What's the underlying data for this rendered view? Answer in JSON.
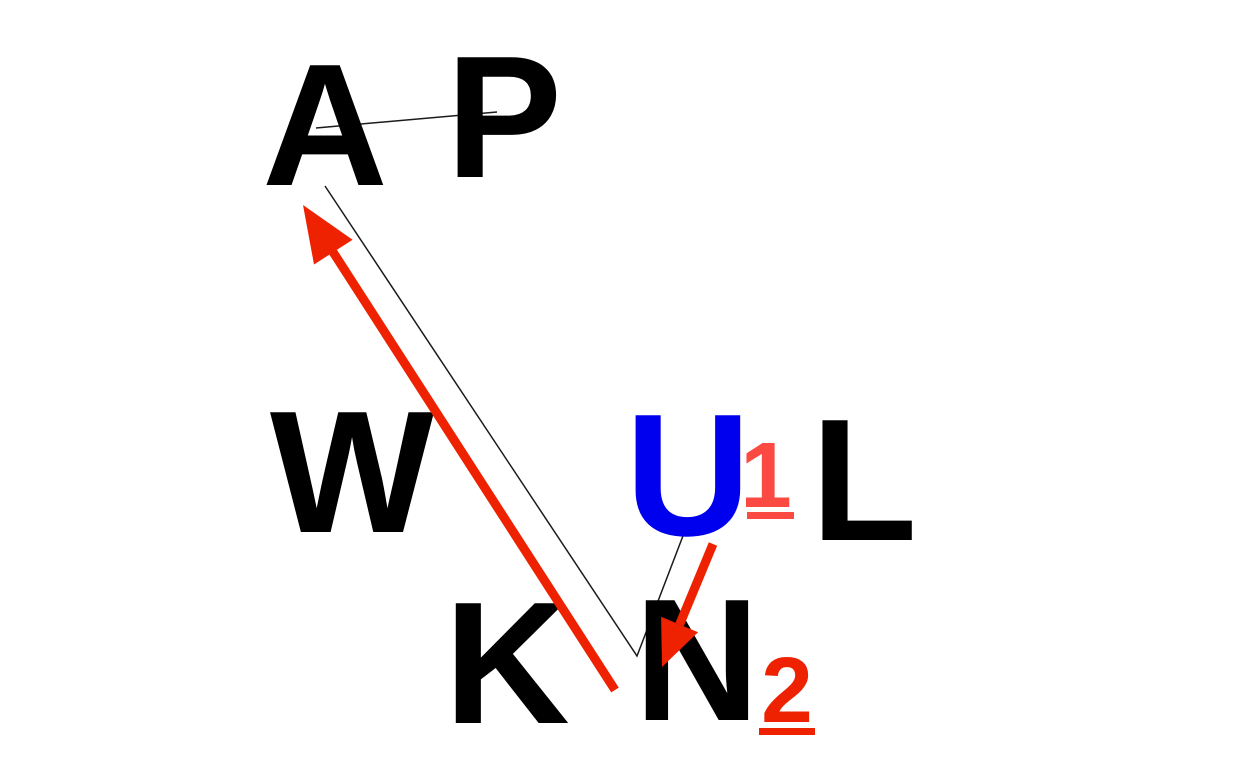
{
  "figure": {
    "background_color": "#ffffff",
    "letters": {
      "a": {
        "char": "A",
        "color": "#000000"
      },
      "p": {
        "char": "P",
        "color": "#000000"
      },
      "w": {
        "char": "W",
        "color": "#000000"
      },
      "u": {
        "char": "U",
        "color": "#0000ee"
      },
      "l": {
        "char": "L",
        "color": "#000000"
      },
      "k": {
        "char": "K",
        "color": "#000000"
      },
      "n": {
        "char": "N",
        "color": "#000000"
      }
    },
    "labels": {
      "step1": {
        "text": "1",
        "color": "#fb4a42"
      },
      "step2": {
        "text": "2",
        "color": "#ee2200"
      }
    },
    "arrows": {
      "color": "#ee2200"
    },
    "connectors": {
      "color": "#1b1b1b"
    }
  }
}
